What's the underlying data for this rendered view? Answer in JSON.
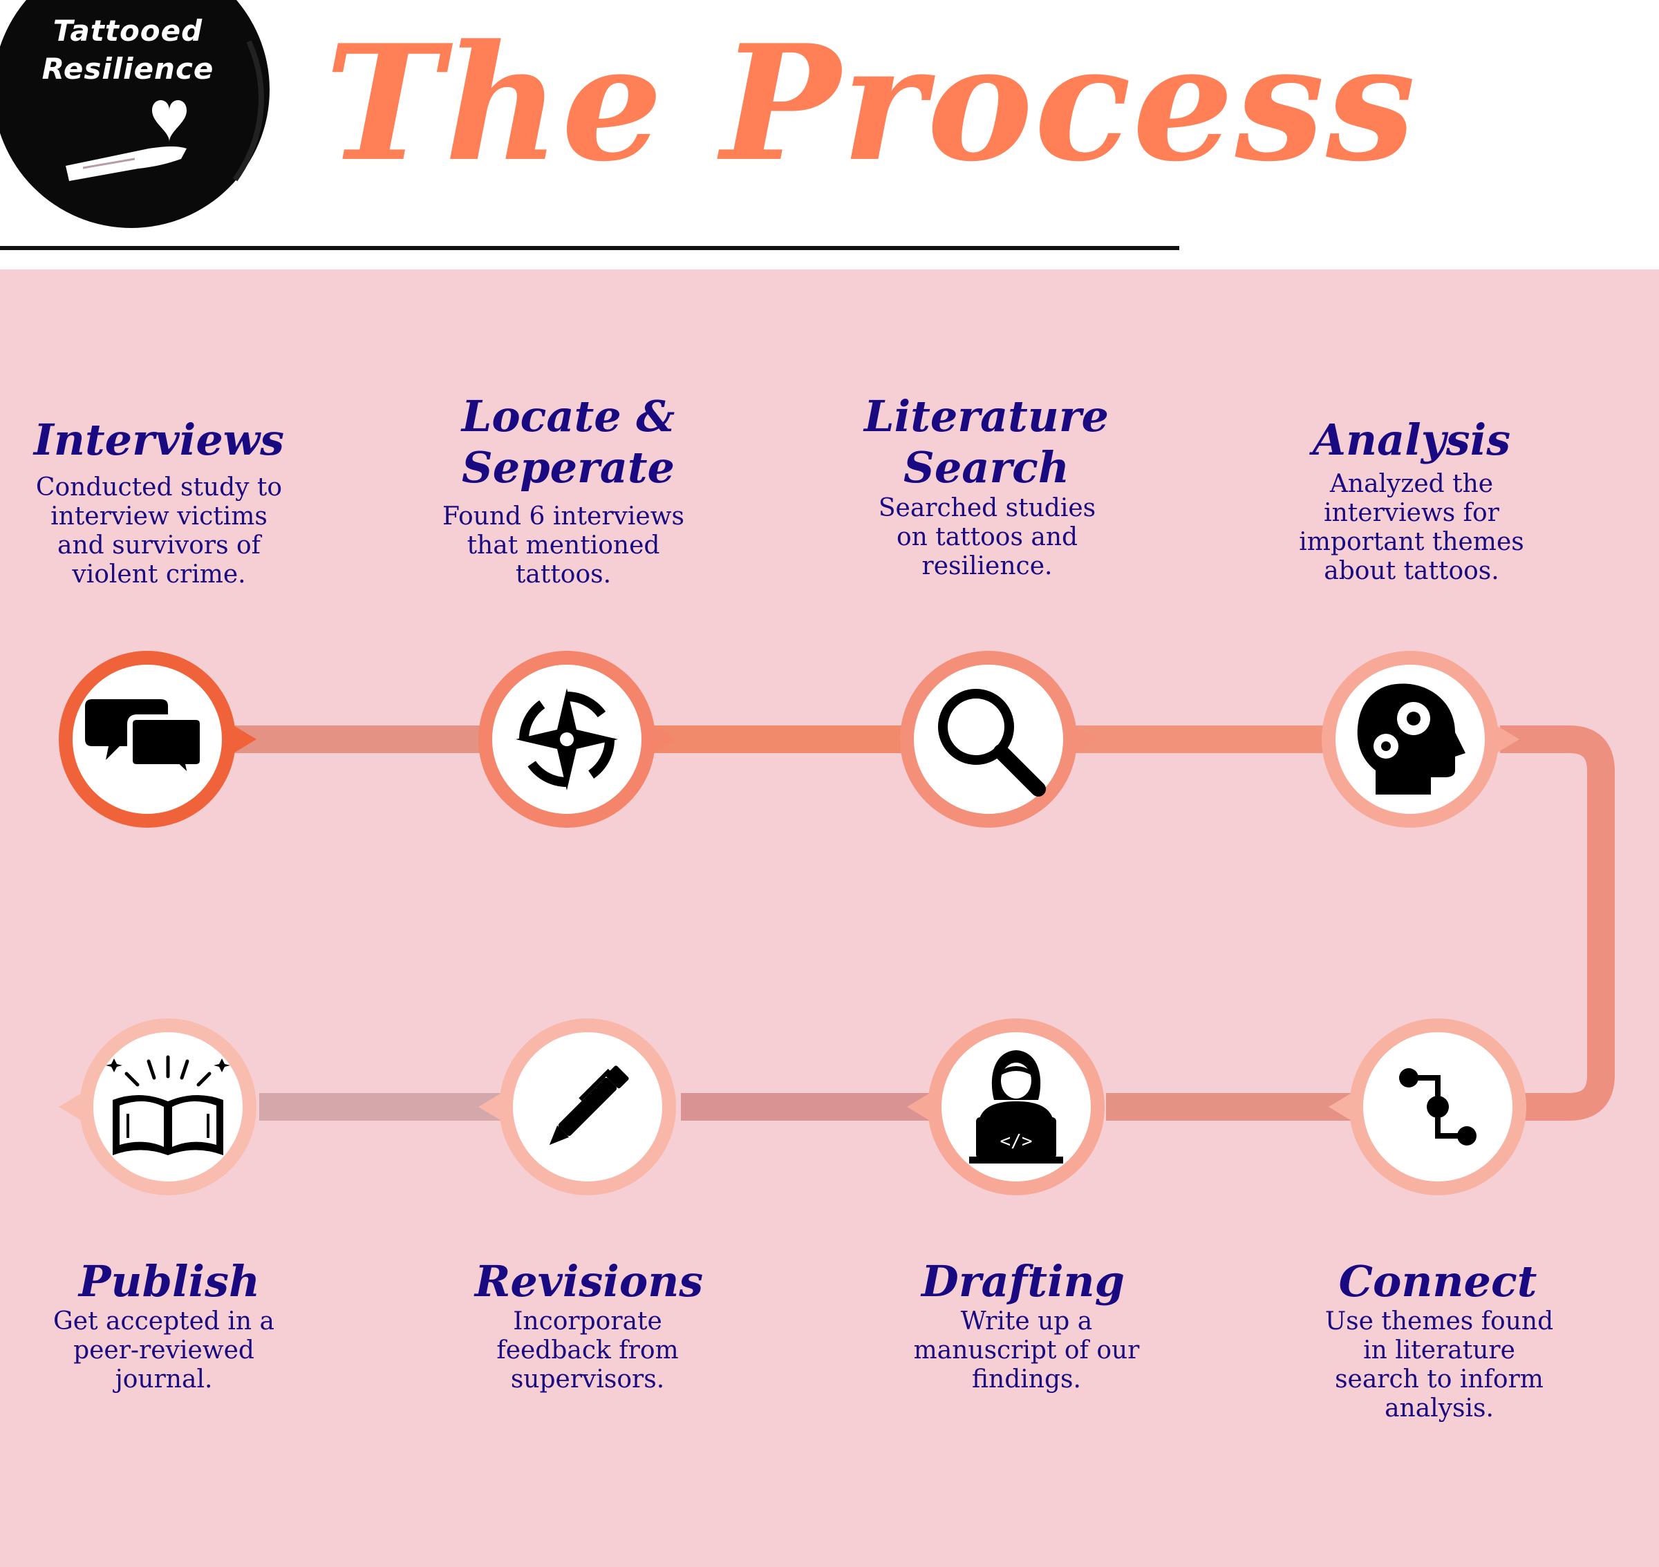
{
  "logo": {
    "line1": "Tattooed",
    "line2": "Resilience"
  },
  "title": "The Process",
  "colors": {
    "accent": "#FF7F56",
    "panel": "#F6CFD4",
    "text": "#1A0A82"
  },
  "steps": [
    {
      "title": "Interviews",
      "desc": "Conducted study to interview victims and survivors of violent crime.",
      "icon": "speech-bubbles-icon"
    },
    {
      "title": "Locate &",
      "title2": "Seperate",
      "desc": "Found 6 interviews that mentioned tattoos.",
      "icon": "compass-icon"
    },
    {
      "title": "Literature",
      "title2": "Search",
      "desc": "Searched studies on tattoos and resilience.",
      "icon": "magnifier-icon"
    },
    {
      "title": "Analysis",
      "desc": "Analyzed the interviews for important themes about tattoos.",
      "icon": "head-gears-icon"
    },
    {
      "title": "Connect",
      "desc": "Use themes found in literature search to inform analysis.",
      "icon": "connect-nodes-icon"
    },
    {
      "title": "Drafting",
      "desc": "Write up a manuscript of our findings.",
      "icon": "person-laptop-icon"
    },
    {
      "title": "Revisions",
      "desc": "Incorporate feedback from supervisors.",
      "icon": "pen-icon"
    },
    {
      "title": "Publish",
      "desc": "Get accepted in a peer-reviewed journal.",
      "icon": "open-book-icon"
    }
  ]
}
